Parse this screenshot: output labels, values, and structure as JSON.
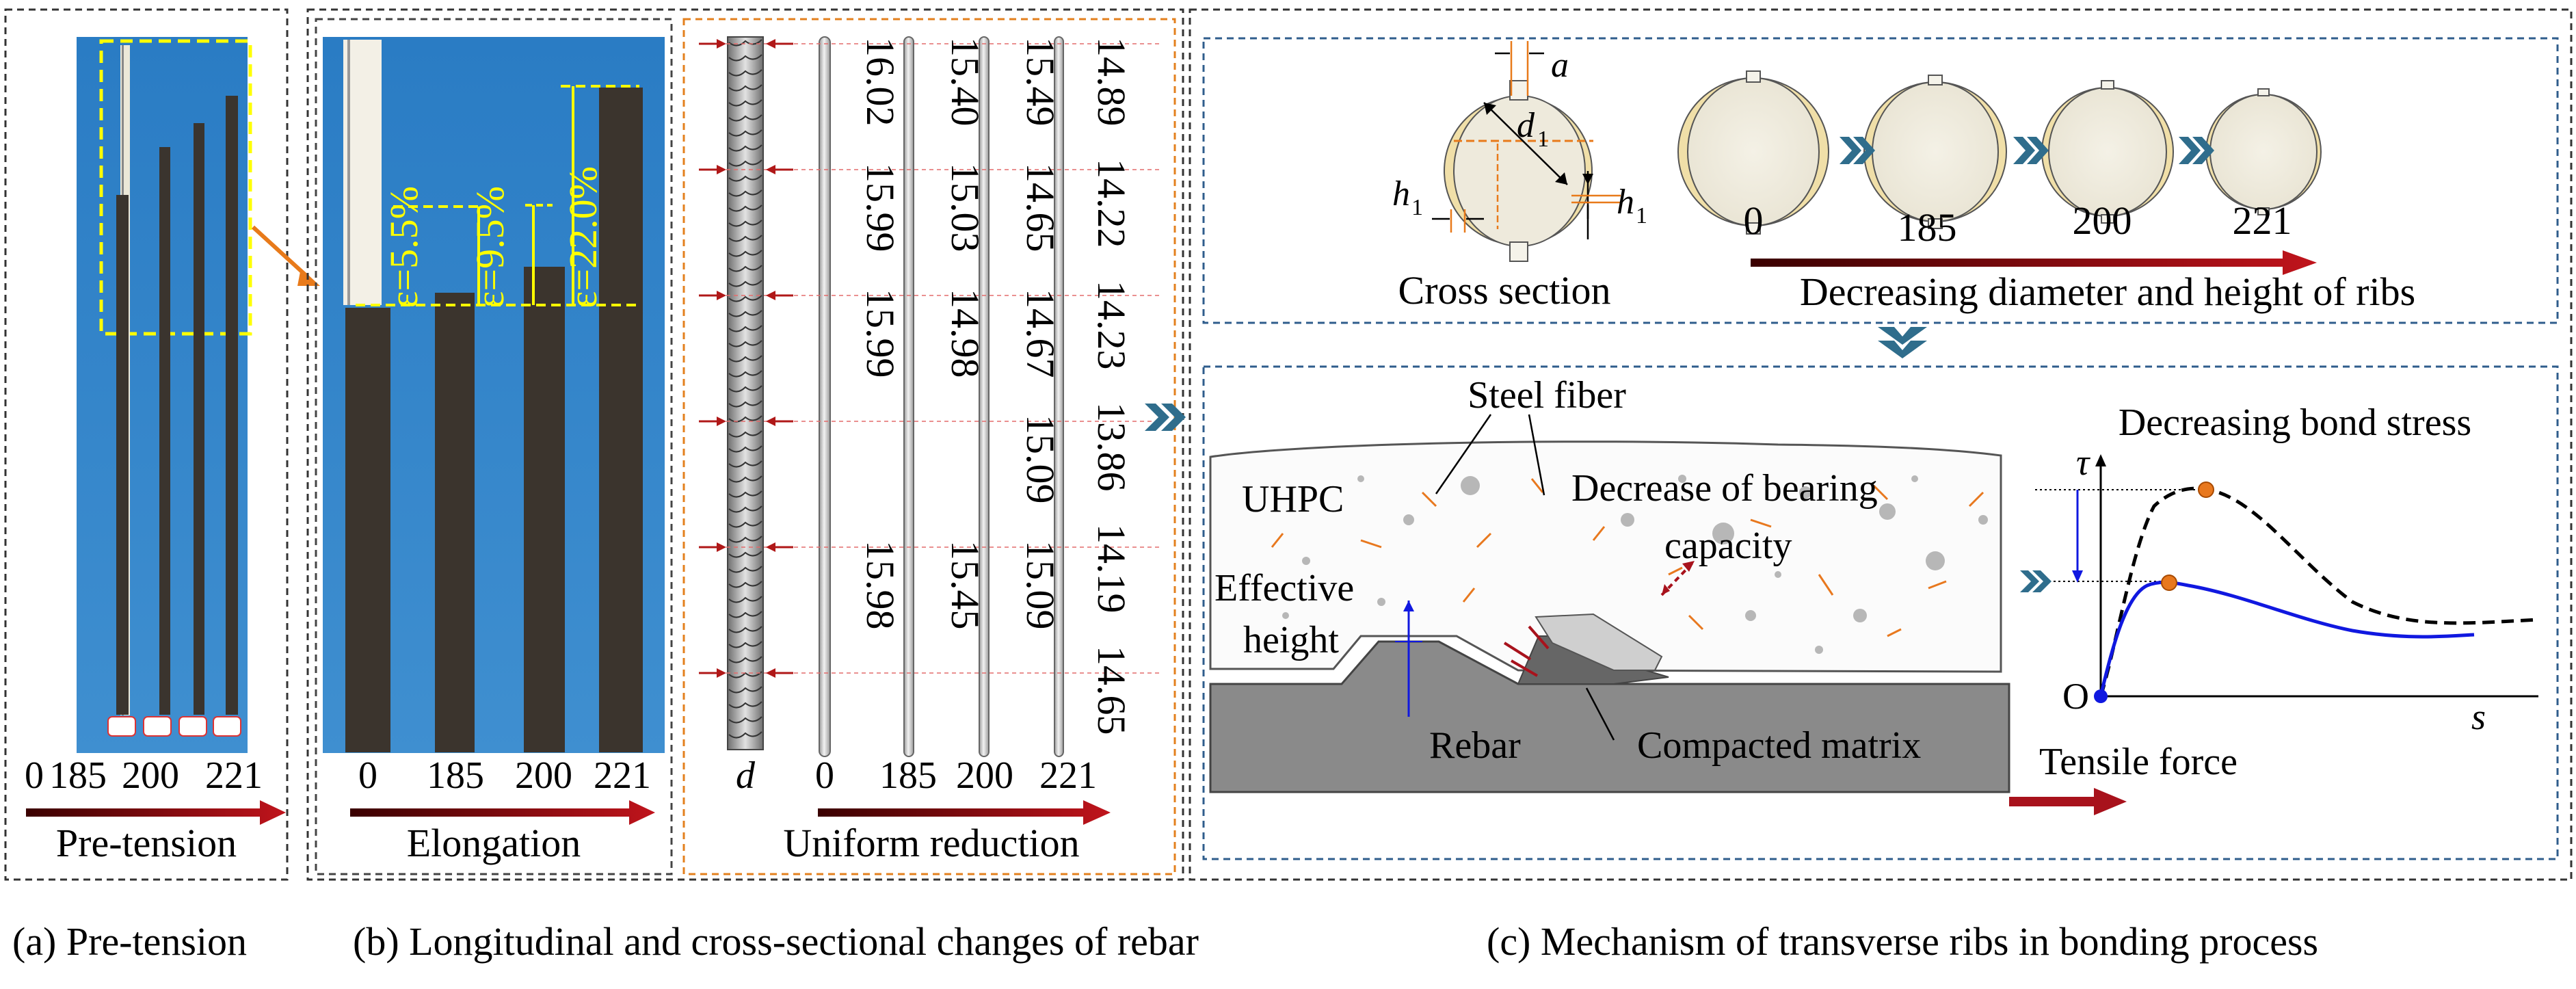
{
  "panel_a": {
    "scale": [
      "0",
      "185",
      "200",
      "221"
    ],
    "arrow_label": "Pre-tension",
    "caption": "(a) Pre-tension"
  },
  "panel_b": {
    "scale": [
      "0",
      "185",
      "200",
      "221"
    ],
    "strains": [
      "ε=5.5%",
      "ε=9.5%",
      "ε=22.0%"
    ],
    "elongation_label": "Elongation",
    "diameter_symbol": "d",
    "uniform_scale": [
      "0",
      "185",
      "200",
      "221"
    ],
    "uniform_label": "Uniform reduction",
    "diameters": [
      [
        "16.02",
        "15.99",
        "15.99",
        "",
        "15.98"
      ],
      [
        "15.40",
        "15.03",
        "14.98",
        "",
        "15.45"
      ],
      [
        "15.49",
        "14.65",
        "14.67",
        "15.09",
        "15.09"
      ],
      [
        "14.89",
        "14.22",
        "14.23",
        "13.86",
        "14.19",
        "14.65"
      ]
    ],
    "caption": "(b) Longitudinal and cross-sectional changes of rebar"
  },
  "panel_c": {
    "cross_section_label": "Cross section",
    "sym_a": "a",
    "sym_d": "d",
    "sym_d_sub": "1",
    "sym_h": "h",
    "sym_h_sub": "1",
    "section_values": [
      "0",
      "185",
      "200",
      "221"
    ],
    "decreasing_label": "Decreasing diameter and  height of ribs",
    "steel_fiber": "Steel fiber",
    "uhpc": "UHPC",
    "decrease_bearing_1": "Decrease of bearing",
    "decrease_bearing_2": "capacity",
    "effective_1": "Effective",
    "effective_2": "height",
    "rebar": "Rebar",
    "compacted": "Compacted matrix",
    "tensile": "Tensile force",
    "bond_title": "Decreasing bond stress",
    "tau": "τ",
    "origin": "O",
    "s": "s",
    "caption": "(c) Mechanism of transverse ribs in bonding process"
  },
  "colors": {
    "dark_red": "#a8121c",
    "blue": "#1018e0",
    "orange": "#e8781e",
    "frame_blue": "#2f5d8c",
    "dashed_orange": "#e3801e"
  }
}
